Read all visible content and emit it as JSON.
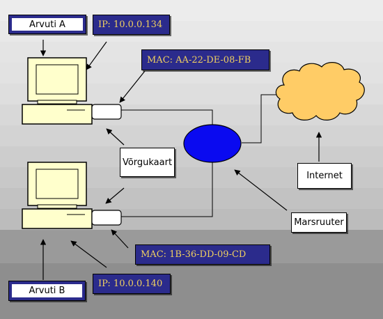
{
  "computers": {
    "a": {
      "name": "Arvuti A",
      "ip": "IP: 10.0.0.134",
      "mac": "MAC: AA-22-DE-08-FB"
    },
    "b": {
      "name": "Arvuti B",
      "ip": "IP: 10.0.0.140",
      "mac": "MAC: 1B-36-DD-09-CD"
    }
  },
  "labels": {
    "network_card": "Võrgukaart",
    "internet": "Internet",
    "router": "Marsruuter"
  },
  "colors": {
    "box_fill": "#2b2b8c",
    "info_text": "#f0d060",
    "router_fill": "#0a0af0",
    "cloud_fill": "#ffcc66",
    "pc_fill": "#ffffcc"
  }
}
